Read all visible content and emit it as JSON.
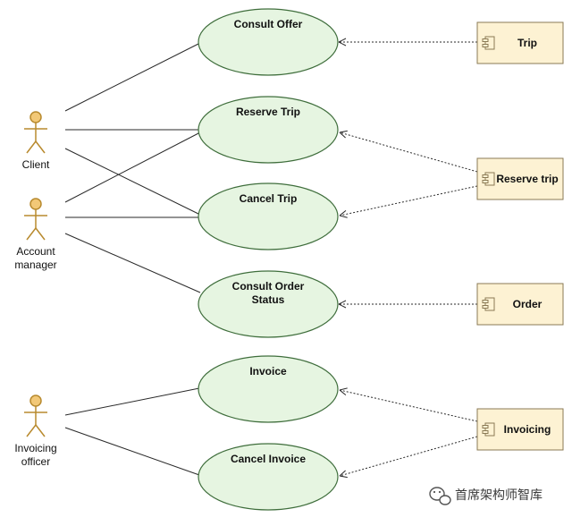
{
  "diagram": {
    "actors": [
      {
        "id": "client",
        "lines": [
          "Client"
        ]
      },
      {
        "id": "account-manager",
        "lines": [
          "Account",
          "manager"
        ]
      },
      {
        "id": "invoicing-officer",
        "lines": [
          "Invoicing",
          "officer"
        ]
      }
    ],
    "use_cases": [
      {
        "id": "consult-offer",
        "lines": [
          "Consult Offer"
        ]
      },
      {
        "id": "reserve-trip",
        "lines": [
          "Reserve Trip"
        ]
      },
      {
        "id": "cancel-trip",
        "lines": [
          "Cancel Trip"
        ]
      },
      {
        "id": "consult-order-status",
        "lines": [
          "Consult Order",
          "Status"
        ]
      },
      {
        "id": "invoice",
        "lines": [
          "Invoice"
        ]
      },
      {
        "id": "cancel-invoice",
        "lines": [
          "Cancel Invoice"
        ]
      }
    ],
    "components": [
      {
        "id": "trip",
        "label": "Trip"
      },
      {
        "id": "reserve-trip-comp",
        "label": "Reserve trip"
      },
      {
        "id": "order",
        "label": "Order"
      },
      {
        "id": "invoicing",
        "label": "Invoicing"
      }
    ],
    "associations": [
      {
        "from": "client",
        "to": "consult-offer"
      },
      {
        "from": "client",
        "to": "reserve-trip"
      },
      {
        "from": "client",
        "to": "cancel-trip"
      },
      {
        "from": "account-manager",
        "to": "reserve-trip"
      },
      {
        "from": "account-manager",
        "to": "cancel-trip"
      },
      {
        "from": "account-manager",
        "to": "consult-order-status"
      },
      {
        "from": "invoicing-officer",
        "to": "invoice"
      },
      {
        "from": "invoicing-officer",
        "to": "cancel-invoice"
      }
    ],
    "dependencies": [
      {
        "from": "trip",
        "to": "consult-offer"
      },
      {
        "from": "reserve-trip-comp",
        "to": "reserve-trip"
      },
      {
        "from": "reserve-trip-comp",
        "to": "cancel-trip"
      },
      {
        "from": "order",
        "to": "consult-order-status"
      },
      {
        "from": "invoicing",
        "to": "invoice"
      },
      {
        "from": "invoicing",
        "to": "cancel-invoice"
      }
    ],
    "colors": {
      "usecase_fill": "#e6f5e1",
      "usecase_stroke": "#3f6e3c",
      "component_fill": "#fdf2d3",
      "component_stroke": "#8a7a55",
      "actor_fill": "#f2c877",
      "actor_stroke": "#b88a2e",
      "line": "#2a2a2a"
    },
    "watermark": {
      "text": "首席架构师智库",
      "icon": "wechat-icon"
    }
  }
}
